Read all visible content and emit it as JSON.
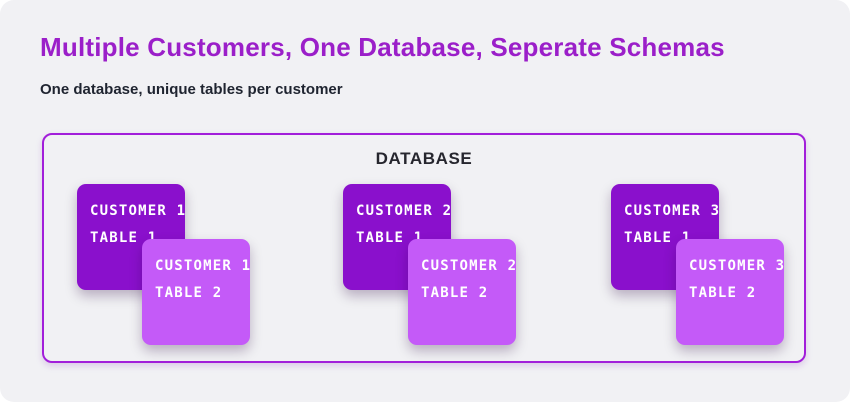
{
  "header": {
    "title": "Multiple Customers, One Database, Seperate Schemas",
    "subtitle": "One database, unique tables per customer"
  },
  "diagram": {
    "container_label": "DATABASE",
    "groups": [
      {
        "tables": [
          {
            "line1": "CUSTOMER 1",
            "line2": "TABLE 1",
            "variant": "dark"
          },
          {
            "line1": "CUSTOMER 1",
            "line2": "TABLE 2",
            "variant": "light"
          }
        ]
      },
      {
        "tables": [
          {
            "line1": "CUSTOMER 2",
            "line2": "TABLE 1",
            "variant": "dark"
          },
          {
            "line1": "CUSTOMER 2",
            "line2": "TABLE 2",
            "variant": "light"
          }
        ]
      },
      {
        "tables": [
          {
            "line1": "CUSTOMER 3",
            "line2": "TABLE 1",
            "variant": "dark"
          },
          {
            "line1": "CUSTOMER 3",
            "line2": "TABLE 2",
            "variant": "light"
          }
        ]
      }
    ]
  },
  "colors": {
    "title_accent": "#9B1FC9",
    "box_border": "#A21EDA",
    "table_dark": "#8A10CC",
    "table_light": "#C45AF8",
    "panel_background": "#F1F1F4",
    "card_text": "#FFFFFF",
    "label_text": "#26262E",
    "subtitle_text": "#1F2430"
  }
}
